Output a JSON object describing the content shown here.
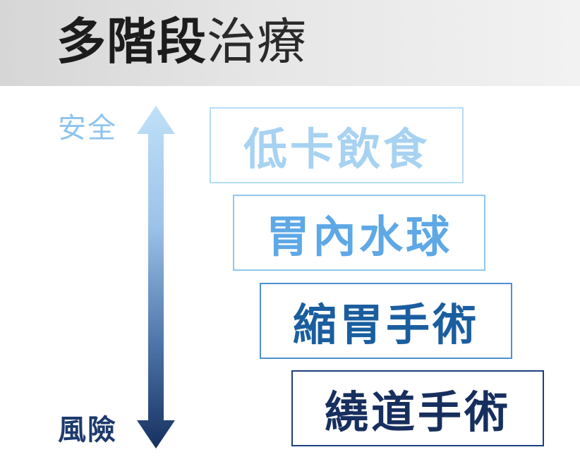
{
  "header": {
    "title_bold": "多階段",
    "title_light": "治療"
  },
  "axis": {
    "top_label": "安全",
    "bottom_label": "風險",
    "top_color": "#8ec3ee",
    "bottom_color": "#1e3a6c"
  },
  "steps": [
    {
      "label": "低卡飲食",
      "color": "#a7d2f2"
    },
    {
      "label": "胃內水球",
      "color": "#5ea8e6"
    },
    {
      "label": "縮胃手術",
      "color": "#1a5e9f"
    },
    {
      "label": "繞道手術",
      "color": "#172f5e"
    }
  ]
}
